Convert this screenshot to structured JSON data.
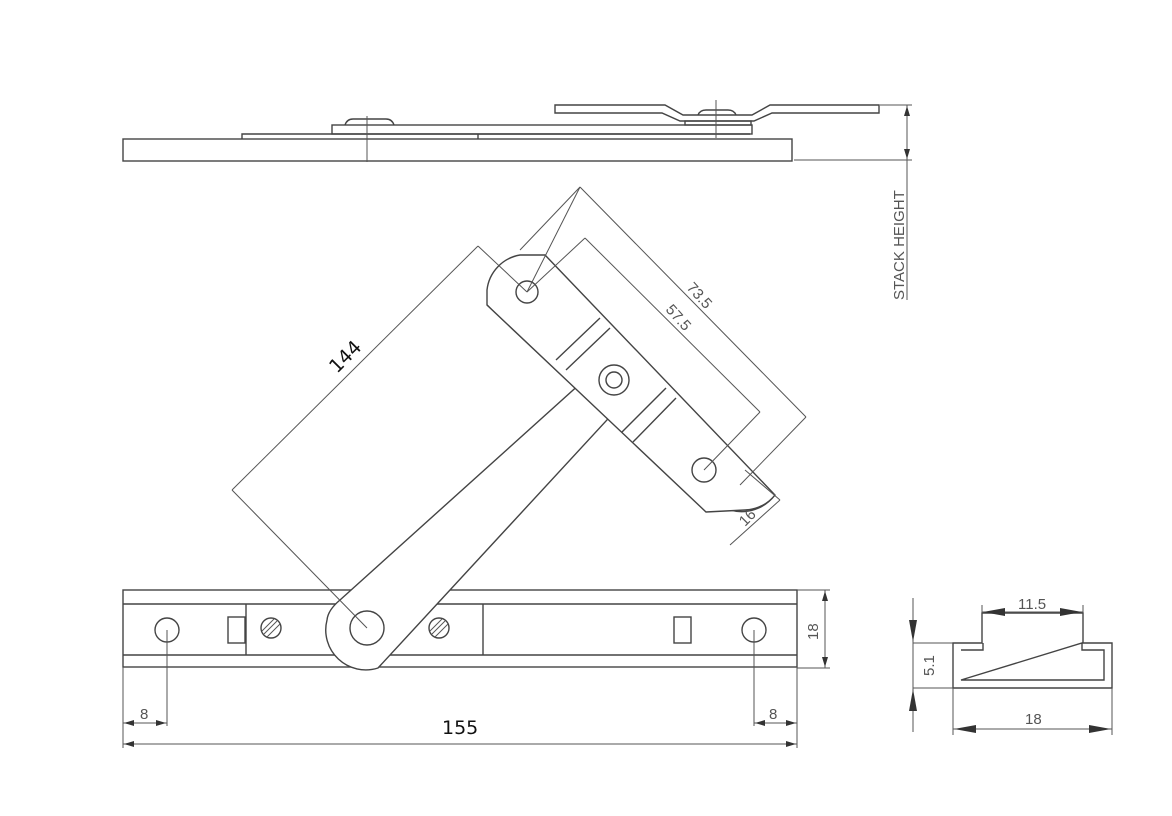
{
  "drawing": {
    "title": "Friction stay hinge technical drawing",
    "views": [
      "top-side-view",
      "plan-view-open",
      "profile-section"
    ],
    "labels": {
      "stack_height": "STACK HEIGHT"
    },
    "dimensions": {
      "arm_length": "144",
      "link_outer": "73.5",
      "link_inner": "57.5",
      "link_width": "16",
      "track_height": "18",
      "track_length": "155",
      "hole_offset_left": "8",
      "hole_offset_right": "8",
      "profile_slot_width": "11.5",
      "profile_height": "5.1",
      "profile_width": "18"
    },
    "colors": {
      "line": "#444444",
      "text": "#555555",
      "background": "#ffffff"
    }
  }
}
